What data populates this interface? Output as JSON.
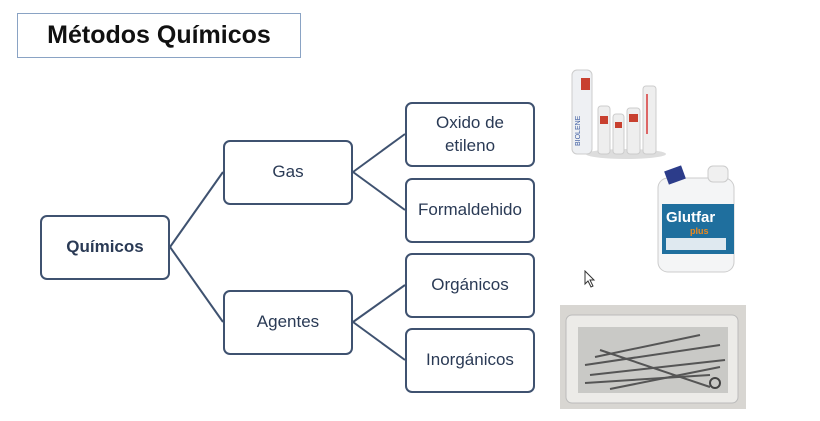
{
  "title": "Métodos Químicos",
  "diagram": {
    "root": "Químicos",
    "branches": [
      {
        "label": "Gas",
        "children": [
          "Oxido de etileno",
          "Formaldehido"
        ]
      },
      {
        "label": "Agentes",
        "children": [
          "Orgánicos",
          "Inorgánicos"
        ]
      }
    ]
  },
  "images": {
    "cans_label": "BIOLENE",
    "jug_label": "Glutfar",
    "jug_sublabel": "plus"
  },
  "colors": {
    "node_border": "#3f5270",
    "node_text": "#2a3a55",
    "title_border": "#8aa3c4"
  }
}
